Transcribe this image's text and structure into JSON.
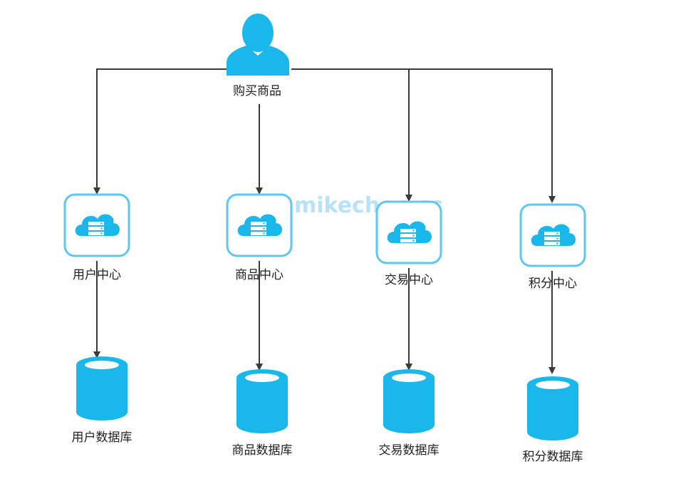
{
  "diagram": {
    "top_node": {
      "label": "购买商品",
      "icon": "user-icon"
    },
    "services": [
      {
        "label": "用户中心",
        "icon": "cloud-server-icon"
      },
      {
        "label": "商品中心",
        "icon": "cloud-server-icon"
      },
      {
        "label": "交易中心",
        "icon": "cloud-server-icon"
      },
      {
        "label": "积分中心",
        "icon": "cloud-server-icon"
      }
    ],
    "databases": [
      {
        "label": "用户数据库",
        "icon": "database-icon"
      },
      {
        "label": "商品数据库",
        "icon": "database-icon"
      },
      {
        "label": "交易数据库",
        "icon": "database-icon"
      },
      {
        "label": "积分数据库",
        "icon": "database-icon"
      }
    ],
    "watermark": "mikechen.cc",
    "colors": {
      "accent": "#1ab7ea",
      "edge": "#3a3a3a",
      "box_border": "#5ec6ef",
      "watermark": "#7ecbf3"
    }
  }
}
